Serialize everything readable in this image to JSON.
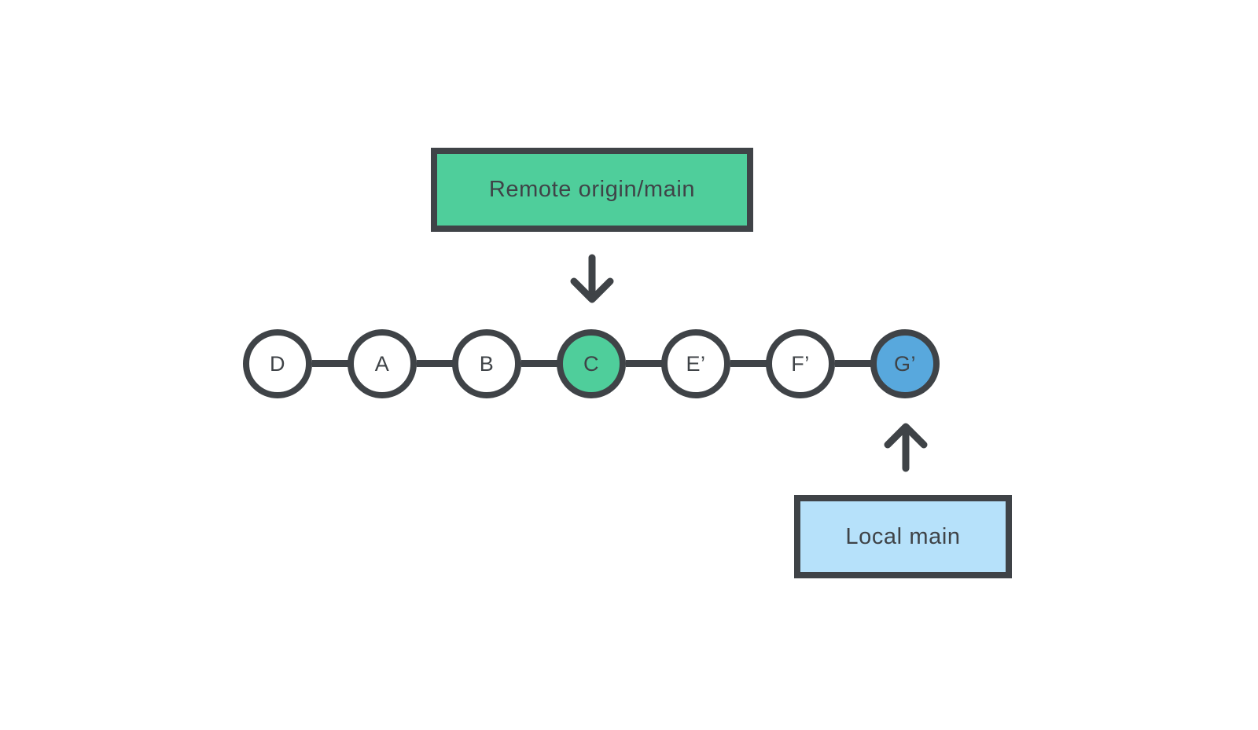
{
  "diagram": {
    "title": "git commit chain with remote and local branch pointers",
    "remote_box": {
      "label": "Remote origin/main",
      "fill": "green"
    },
    "local_box": {
      "label": "Local main",
      "fill": "light_blue"
    },
    "remote_points_to": "C",
    "local_points_to": "G’",
    "commits": [
      {
        "id": "D",
        "fill": "white"
      },
      {
        "id": "A",
        "fill": "white"
      },
      {
        "id": "B",
        "fill": "white"
      },
      {
        "id": "C",
        "fill": "green"
      },
      {
        "id": "E’",
        "fill": "white"
      },
      {
        "id": "F’",
        "fill": "white"
      },
      {
        "id": "G’",
        "fill": "blue"
      }
    ],
    "colors": {
      "green": "#4FCE9B",
      "blue": "#58A8DD",
      "light_blue": "#B6E1FA",
      "dark": "#3F4347",
      "white": "#FFFFFF"
    }
  }
}
